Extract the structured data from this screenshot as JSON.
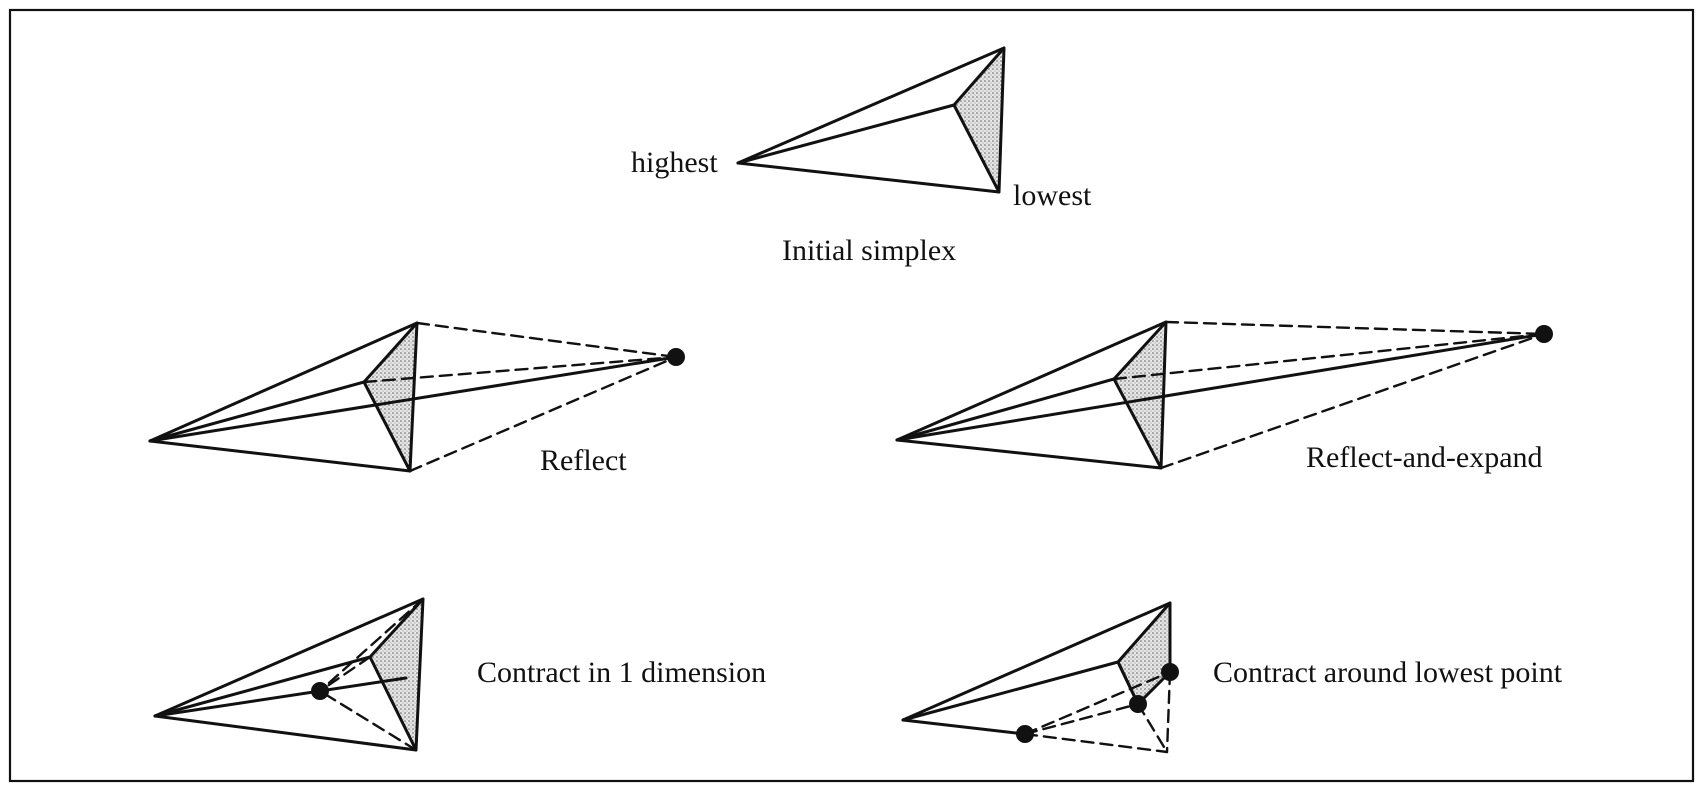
{
  "labels": {
    "highest": "highest",
    "lowest": "lowest",
    "initial_caption": "Initial simplex",
    "reflect_caption": "Reflect",
    "reflect_expand_caption": "Reflect-and-expand",
    "contract_one_caption": "Contract in 1 dimension",
    "contract_lowest_caption": "Contract around lowest point"
  }
}
